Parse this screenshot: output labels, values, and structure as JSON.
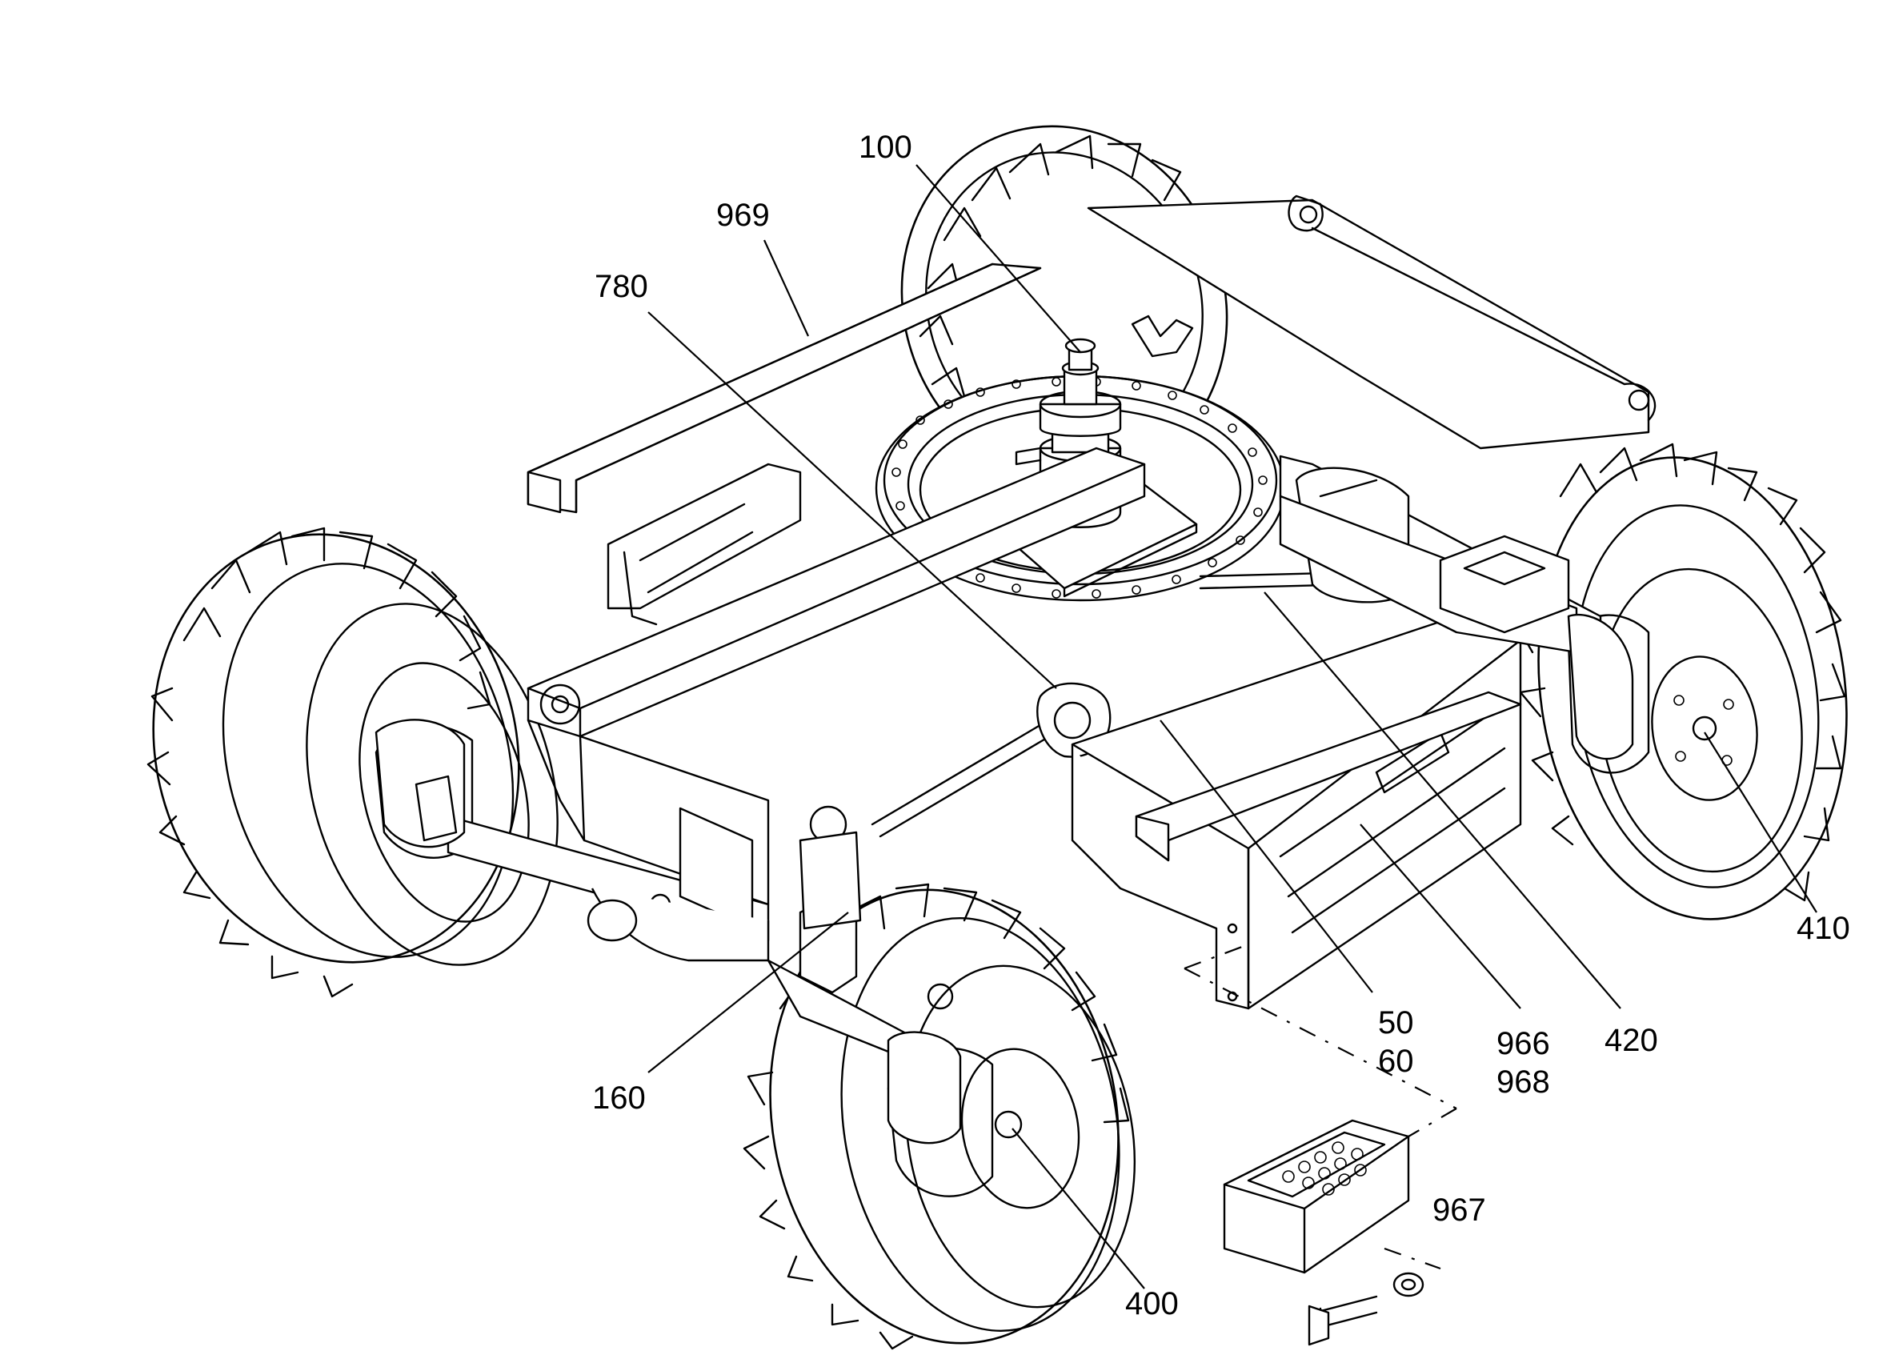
{
  "callouts": {
    "c100": "100",
    "c969": "969",
    "c780": "780",
    "c160": "160",
    "c50": "50",
    "c60": "60",
    "c966": "966",
    "c968": "968",
    "c420": "420",
    "c410": "410",
    "c967": "967",
    "c400": "400"
  }
}
